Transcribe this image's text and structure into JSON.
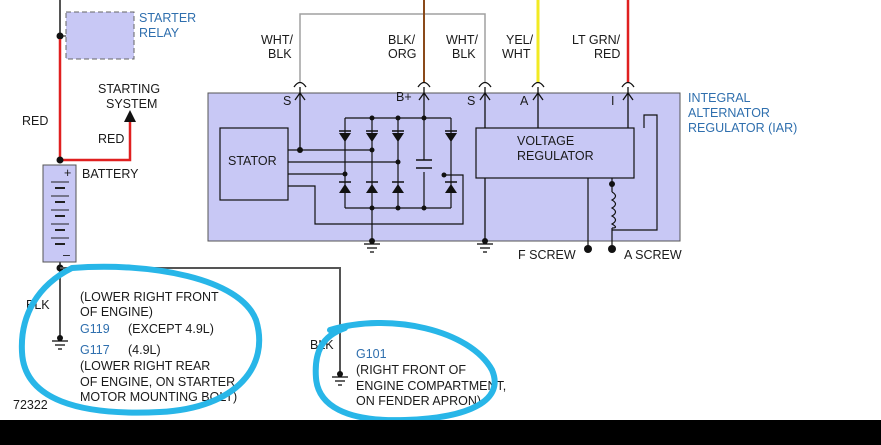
{
  "colors": {
    "wire_red": "#e02020",
    "wire_yellow": "#f2ea22",
    "wire_orange": "#8a4a1a",
    "wire_gray": "#a0a0a0",
    "component_fill": "#c8c8f5",
    "label_blue": "#2f6fae",
    "annotation_cyan": "#28b6e8",
    "bottom_bar": "#000000"
  },
  "labels": {
    "starter_relay": [
      "STARTER",
      "RELAY"
    ],
    "starting_system": [
      "STARTING",
      "SYSTEM"
    ],
    "red_left": "RED",
    "red_mid": "RED",
    "battery": "BATTERY",
    "battery_plus": "+",
    "battery_minus": "–",
    "stator": "STATOR",
    "voltage_regulator": [
      "VOLTAGE",
      "REGULATOR"
    ],
    "iar": [
      "INTEGRAL",
      "ALTERNATOR",
      "REGULATOR (IAR)"
    ],
    "wire_wht_blk_1": [
      "WHT/",
      "BLK"
    ],
    "wire_blk_org": [
      "BLK/",
      "ORG"
    ],
    "wire_wht_blk_2": [
      "WHT/",
      "BLK"
    ],
    "wire_yel_wht": [
      "YEL/",
      "WHT"
    ],
    "wire_ltgrn_red": [
      "LT GRN/",
      "RED"
    ],
    "term_s1": "S",
    "term_bplus": "B+",
    "term_s2": "S",
    "term_a": "A",
    "term_i": "I",
    "f_screw": "F SCREW",
    "a_screw": "A SCREW",
    "blk_left": "BLK",
    "blk_right": "BLK",
    "g119_loc": [
      "(LOWER RIGHT FRONT",
      "OF ENGINE)"
    ],
    "g119": "G119",
    "g119_note": "(EXCEPT 4.9L)",
    "g117": "G117",
    "g117_note": "(4.9L)",
    "g117_loc": [
      "(LOWER RIGHT REAR",
      "OF ENGINE, ON STARTER",
      "MOTOR MOUNTING BOLT)"
    ],
    "g101": "G101",
    "g101_loc": [
      "(RIGHT FRONT OF",
      "ENGINE COMPARTMENT,",
      "ON FENDER APRON)"
    ],
    "figure_id": "72322"
  }
}
